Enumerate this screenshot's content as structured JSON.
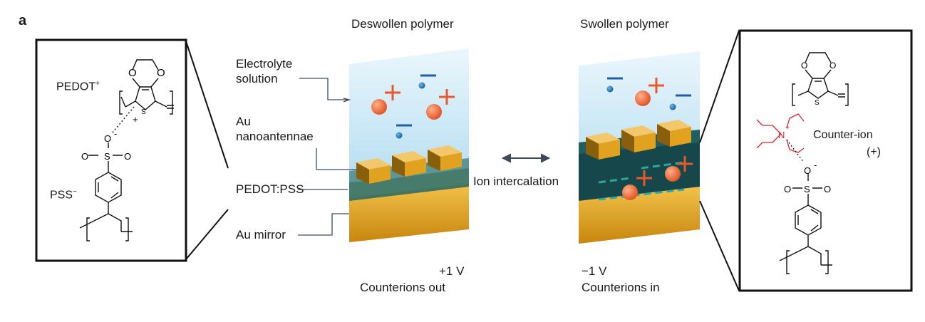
{
  "figure": {
    "panel_letter": "a",
    "left_title": "Deswollen polymer",
    "right_title": "Swollen polymer",
    "labels": {
      "electrolyte_l1": "Electrolyte",
      "electrolyte_l2": "solution",
      "au_nano_l1": "Au",
      "au_nano_l2": "nanoantennae",
      "pedot_pss": "PEDOT:PSS",
      "au_mirror": "Au mirror",
      "ion_intercalation": "Ion intercalation"
    },
    "left_voltage": "+1 V",
    "left_caption": "Counterions out",
    "right_voltage": "−1 V",
    "right_caption": "Counterions in"
  },
  "left_inset": {
    "pedot_label": "PEDOT",
    "pedot_sup": "+",
    "pss_label": "PSS",
    "pss_sup": "−"
  },
  "right_inset": {
    "counter_ion_l1": "Counter-ion",
    "counter_ion_l2": "(+)"
  },
  "colors": {
    "electrolyte": "#c9e6f5",
    "gold": "#e0a21f",
    "gold_dark": "#8a5f0c",
    "pedot_teal": "#2d6d73",
    "swollen_teal": "#184f52",
    "cation": "#f0682e",
    "anion": "#1f6fb5",
    "chem_red": "#d9232a"
  }
}
